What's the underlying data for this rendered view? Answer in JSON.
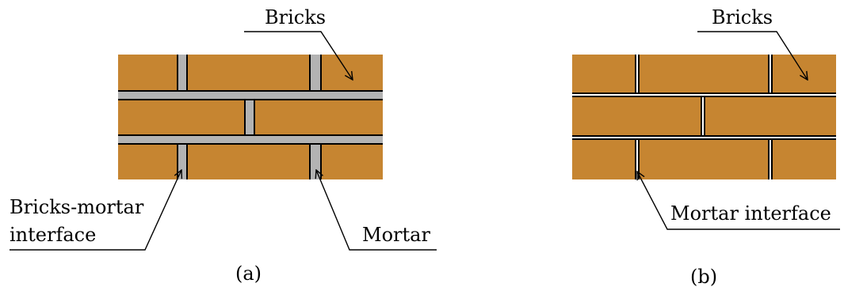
{
  "colors": {
    "brick": "#C68531",
    "mortar": "#B3B3B3",
    "line": "#000000",
    "background": "#FFFFFF"
  },
  "panel_a": {
    "caption": "(a)",
    "labels": {
      "bricks": "Bricks",
      "interface_line1": "Bricks-mortar",
      "interface_line2": "interface",
      "mortar": "Mortar"
    }
  },
  "panel_b": {
    "caption": "(b)",
    "labels": {
      "bricks": "Bricks",
      "mortar_interface": "Mortar interface"
    }
  }
}
